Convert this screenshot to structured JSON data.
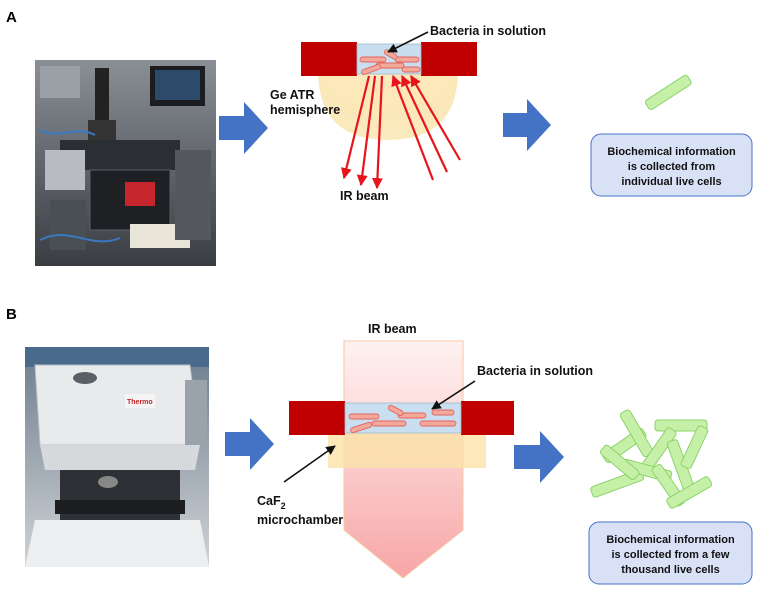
{
  "panels": {
    "a": {
      "letter": "A",
      "bacteria_label": "Bacteria in solution",
      "hemisphere_label_line1": "Ge ATR",
      "hemisphere_label_line2": "hemisphere",
      "ir_beam_label": "IR beam",
      "info_line1": "Biochemical information",
      "info_line2": "is collected from",
      "info_line3": "individual live cells"
    },
    "b": {
      "letter": "B",
      "ir_beam_label": "IR beam",
      "bacteria_label": "Bacteria in solution",
      "chamber_label_base": "CaF",
      "chamber_label_sub": "2",
      "chamber_label_line2": "microchamber",
      "instrument_brand": "Thermo",
      "info_line1": "Biochemical information",
      "info_line2": "is collected from a  few",
      "info_line3": "thousand  live cells"
    }
  },
  "colors": {
    "arrow_blue": "#4472c4",
    "holder_red": "#c00000",
    "ir_red": "#e8141b",
    "hemisphere_yellow": "#fbe2a8",
    "bacteria_fill": "#f2a99c",
    "solution_blue": "#c9dff0",
    "cell_green": "#c6f0a8",
    "info_box_fill": "#d9e1f7",
    "info_box_stroke": "#4472c4"
  },
  "icons": [
    "flow-arrow-icon",
    "ir-ray-icon",
    "bacterium-icon",
    "microscope-photo",
    "spectrometer-photo"
  ]
}
